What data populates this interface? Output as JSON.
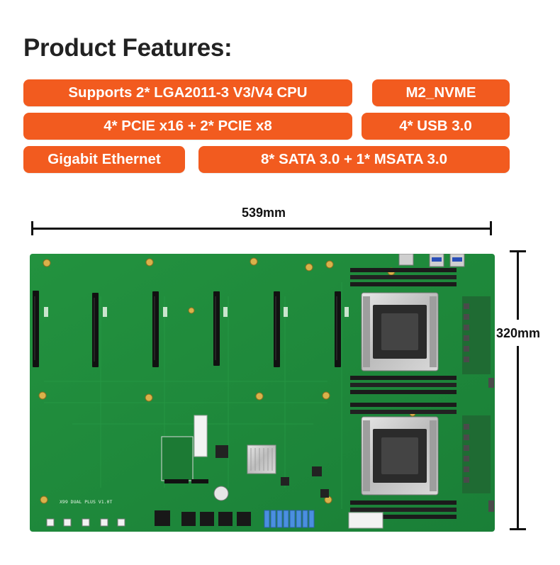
{
  "heading": "Product Features:",
  "features": [
    {
      "label": "Supports 2* LGA2011-3 V3/V4 CPU"
    },
    {
      "label": "M2_NVME"
    },
    {
      "label": "4* PCIE x16 + 2* PCIE x8"
    },
    {
      "label": "4* USB 3.0"
    },
    {
      "label": "Gigabit Ethernet"
    },
    {
      "label": "8* SATA 3.0 + 1* MSATA 3.0"
    }
  ],
  "dimensions": {
    "width": "539mm",
    "height": "320mm"
  },
  "board": {
    "silkscreen": "X99 DUAL PLUS  V1.0T",
    "slot_count": 6,
    "cpu_socket_count": 2,
    "sata_port_count": 8
  },
  "colors": {
    "accent": "#f25b1f",
    "pcb": "#1e8a3c",
    "text": "#222222"
  }
}
